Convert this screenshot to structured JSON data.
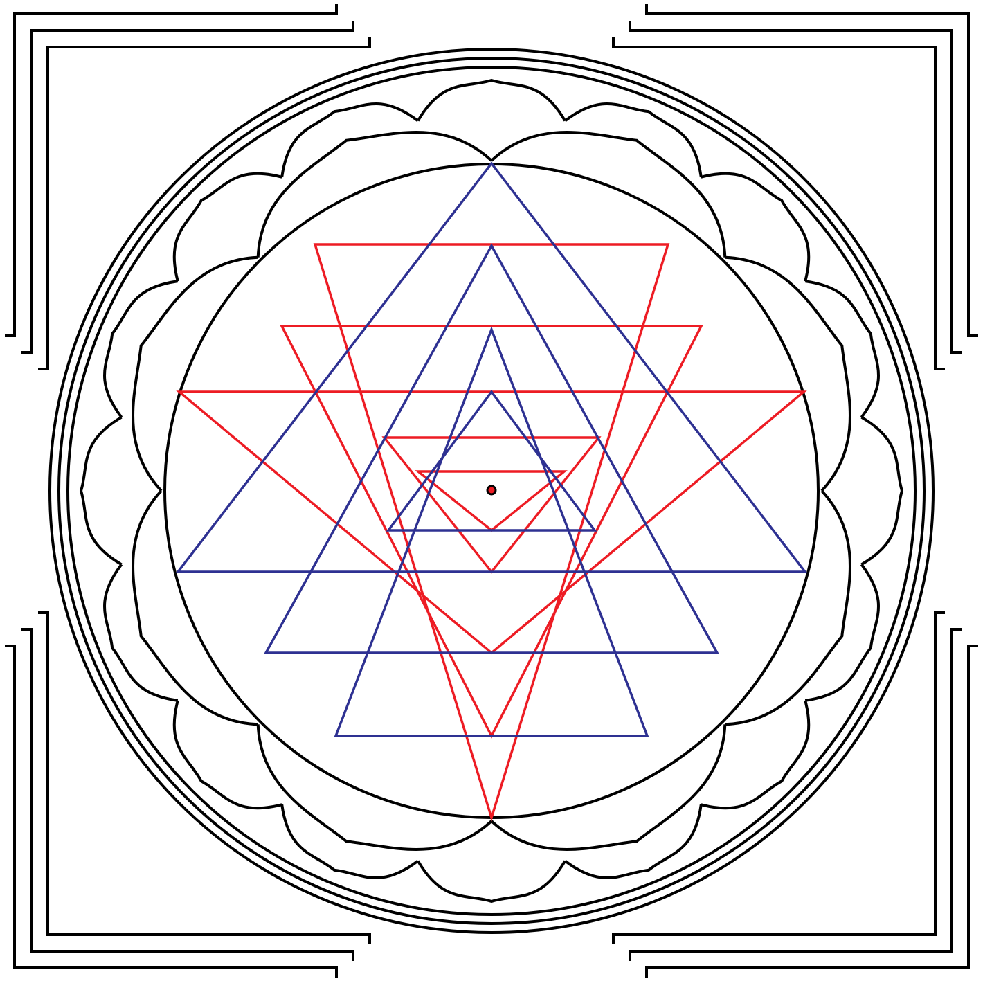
{
  "colors": {
    "background": "#ffffff",
    "outline": "#000000",
    "upward_triangles": "#2e3192",
    "downward_triangles": "#ed1c24",
    "bindu_fill": "#ed1c24",
    "bindu_outline": "#000000"
  },
  "figure": {
    "subject": "Sri Yantra",
    "upward_triangle_count": 4,
    "downward_triangle_count": 5,
    "outer_petal_count": 16,
    "inner_petal_count": 8,
    "enclosure_rings": 3,
    "gate_count": 4,
    "has_bindu": true
  }
}
